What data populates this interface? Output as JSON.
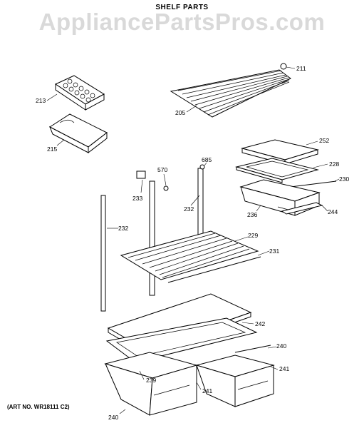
{
  "title": "SHELF PARTS",
  "watermark": "AppliancePartsPros.com",
  "art_number": "(ART NO. WR18111 C2)",
  "callouts": {
    "c211": "211",
    "c213": "213",
    "c205": "205",
    "c215": "215",
    "c252": "252",
    "c228": "228",
    "c230": "230",
    "c685": "685",
    "c570": "570",
    "c233": "233",
    "c232a": "232",
    "c236": "236",
    "c244": "244",
    "c232b": "232",
    "c229": "229",
    "c231": "231",
    "c242": "242",
    "c240a": "240",
    "c241a": "241",
    "c239": "239",
    "c241b": "241",
    "c240b": "240"
  }
}
